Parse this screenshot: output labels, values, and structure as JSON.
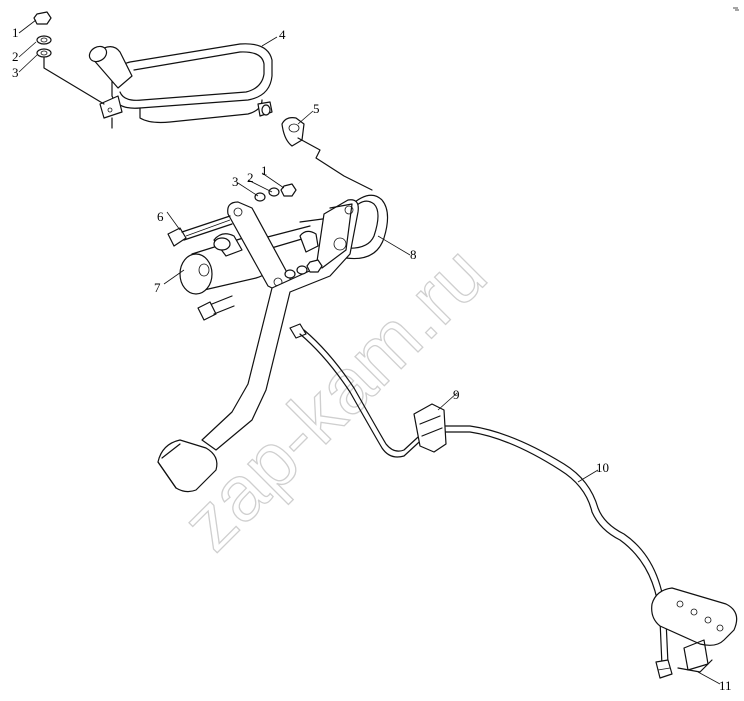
{
  "watermark": "zap-kam.ru",
  "callouts": [
    {
      "id": "1a",
      "text": "1"
    },
    {
      "id": "2a",
      "text": "2"
    },
    {
      "id": "3a",
      "text": "3"
    },
    {
      "id": "4",
      "text": "4"
    },
    {
      "id": "5",
      "text": "5"
    },
    {
      "id": "1b",
      "text": "1"
    },
    {
      "id": "2b",
      "text": "2"
    },
    {
      "id": "3b",
      "text": "3"
    },
    {
      "id": "6",
      "text": "6"
    },
    {
      "id": "7",
      "text": "7"
    },
    {
      "id": "8",
      "text": "8"
    },
    {
      "id": "9",
      "text": "9"
    },
    {
      "id": "10",
      "text": "10"
    },
    {
      "id": "11",
      "text": "11"
    }
  ]
}
